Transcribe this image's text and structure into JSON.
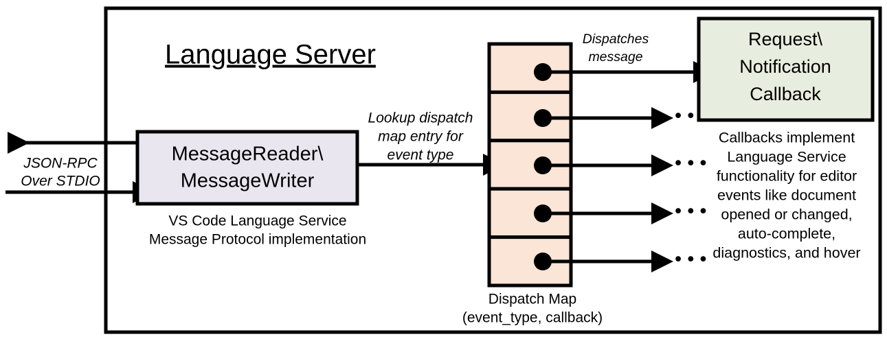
{
  "diagram": {
    "title": "Language Server",
    "outer_border_color": "#000000",
    "background": "#ffffff"
  },
  "left_channel": {
    "label_line1": "JSON-RPC",
    "label_line2": "Over STDIO",
    "outbound_arrow_name": "arrow-out-left",
    "inbound_arrow_name": "arrow-in-right"
  },
  "message_box": {
    "line1": "MessageReader\\",
    "line2": "MessageWriter",
    "fill": "#EAE6F0",
    "caption_line1": "VS Code Language Service",
    "caption_line2": "Message Protocol implementation"
  },
  "lookup_edge": {
    "line1": "Lookup dispatch",
    "line2": "map entry for",
    "line3": "event type"
  },
  "dispatch_map": {
    "fill": "#FAE5D6",
    "caption_line1": "Dispatch Map",
    "caption_line2": "(event_type, callback)",
    "rows": [
      {
        "index": 1,
        "has_dot": true,
        "target": "callback-box",
        "ellipsis": ""
      },
      {
        "index": 2,
        "has_dot": true,
        "target": "ellipsis",
        "ellipsis": "• • •"
      },
      {
        "index": 3,
        "has_dot": true,
        "target": "ellipsis",
        "ellipsis": "• • •"
      },
      {
        "index": 4,
        "has_dot": true,
        "target": "ellipsis",
        "ellipsis": "• • •"
      },
      {
        "index": 5,
        "has_dot": true,
        "target": "ellipsis",
        "ellipsis": "• • •"
      }
    ]
  },
  "dispatch_edge": {
    "line1": "Dispatches",
    "line2": "message"
  },
  "callback_box": {
    "line1": "Request\\",
    "line2": "Notification",
    "line3": "Callback",
    "fill": "#E8EEDF"
  },
  "callback_note": {
    "line1": "Callbacks implement",
    "line2": "Language Service",
    "line3": "functionality for editor",
    "line4": "events like document",
    "line5": "opened or changed,",
    "line6": "auto-complete,",
    "line7": "diagnostics, and hover"
  }
}
